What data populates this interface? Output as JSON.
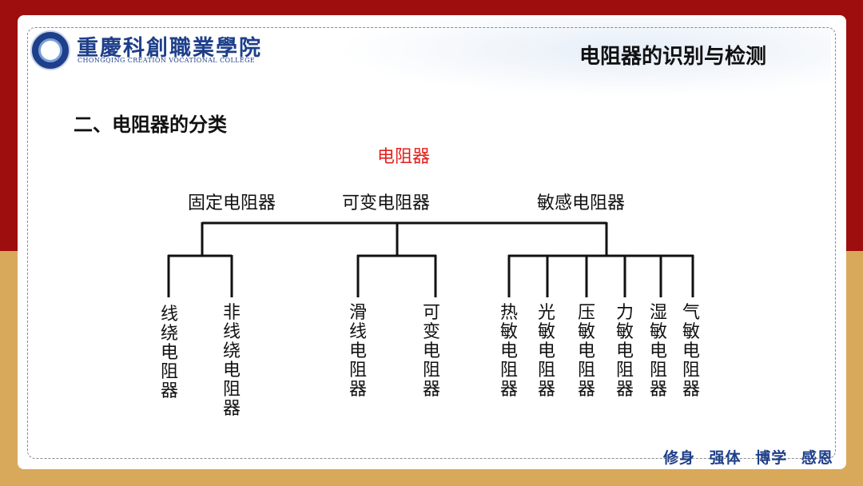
{
  "school": {
    "name_cn": "重慶科創職業學院",
    "name_en": "CHONGQING CREATION VOCATIONAL COLLEGE"
  },
  "slide_title": "电阻器的识别与检测",
  "section_heading": "二、电阻器的分类",
  "diagram": {
    "root": "电阻器",
    "branches": [
      {
        "label": "固定电阻器",
        "children": [
          "线绕电阻器",
          "非线绕电阻器"
        ]
      },
      {
        "label": "可变电阻器",
        "children": [
          "滑线电阻器",
          "可变电阻器"
        ]
      },
      {
        "label": "敏感电阻器",
        "children": [
          "热敏电阻器",
          "光敏电阻器",
          "压敏电阻器",
          "力敏电阻器",
          "湿敏电阻器",
          "气敏电阻器"
        ]
      }
    ]
  },
  "motto": [
    "修身",
    "强体",
    "博学",
    "感恩"
  ],
  "colors": {
    "brand_red": "#9e0e0e",
    "gold": "#d8a95a",
    "navy": "#1e3f8a",
    "root_red": "#e3201b"
  }
}
